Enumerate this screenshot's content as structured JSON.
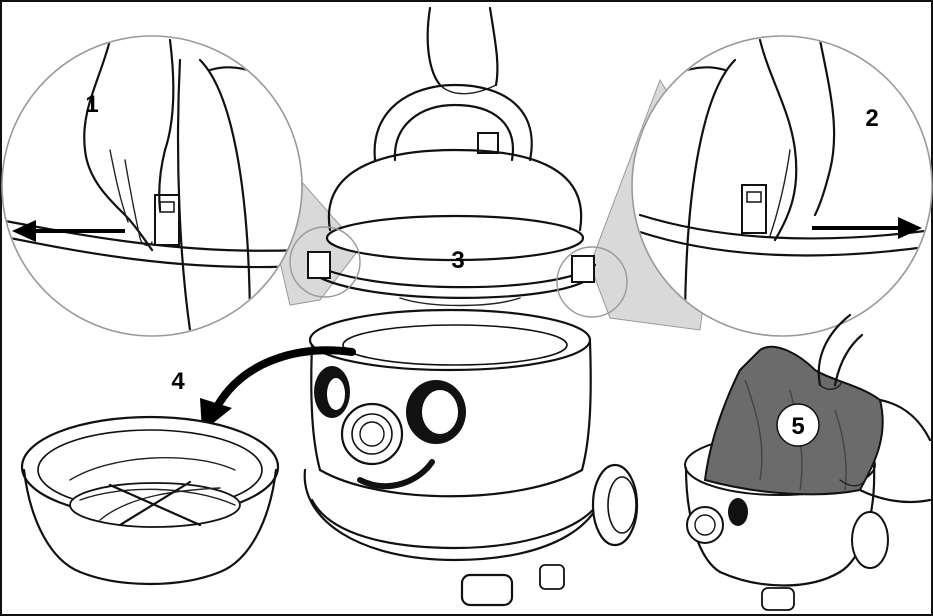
{
  "steps": {
    "one": "1",
    "two": "2",
    "three": "3",
    "four": "4",
    "five": "5"
  },
  "colors": {
    "line": "#111111",
    "callout_fill": "#d9d9d9",
    "bag": "#6b6b6b",
    "background": "#ffffff"
  },
  "icons": {
    "arrow_left": "arrow-left-icon",
    "arrow_right": "arrow-right-icon",
    "curved_arrow": "curved-arrow-icon"
  }
}
